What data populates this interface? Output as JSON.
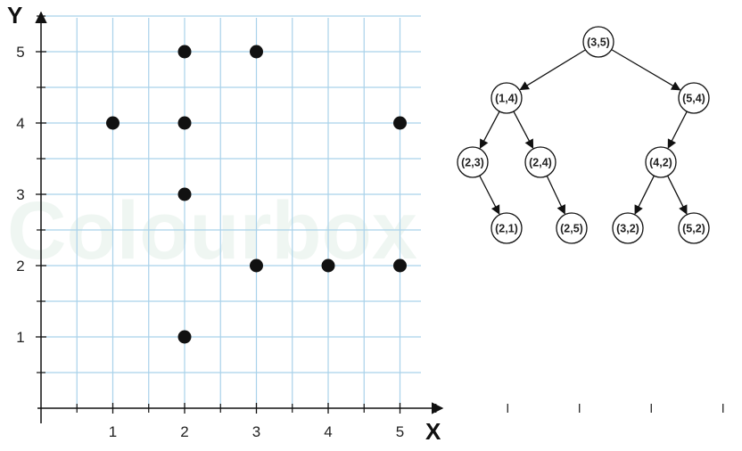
{
  "watermark": "Colourbox",
  "axes": {
    "x_name": "X",
    "y_name": "Y"
  },
  "chart_data": {
    "type": "scatter",
    "xlabel": "X",
    "ylabel": "Y",
    "xlim": [
      0,
      5.3
    ],
    "ylim": [
      0,
      5.5
    ],
    "x_ticks": [
      "1",
      "2",
      "3",
      "4",
      "5"
    ],
    "y_ticks": [
      "1",
      "2",
      "3",
      "4",
      "5"
    ],
    "grid": true,
    "point_color": "#111111",
    "points": [
      [
        2,
        5
      ],
      [
        3,
        5
      ],
      [
        1,
        4
      ],
      [
        2,
        4
      ],
      [
        5,
        4
      ],
      [
        2,
        3
      ],
      [
        3,
        2
      ],
      [
        4,
        2
      ],
      [
        5,
        2
      ],
      [
        2,
        1
      ]
    ]
  },
  "tree": {
    "nodes": [
      {
        "id": "n35",
        "label": "(3,5)"
      },
      {
        "id": "n14",
        "label": "(1,4)"
      },
      {
        "id": "n54",
        "label": "(5,4)"
      },
      {
        "id": "n23",
        "label": "(2,3)"
      },
      {
        "id": "n24",
        "label": "(2,4)"
      },
      {
        "id": "n42",
        "label": "(4,2)"
      },
      {
        "id": "n21",
        "label": "(2,1)"
      },
      {
        "id": "n25",
        "label": "(2,5)"
      },
      {
        "id": "n32",
        "label": "(3,2)"
      },
      {
        "id": "n52",
        "label": "(5,2)"
      }
    ],
    "edges": [
      [
        "n35",
        "n14"
      ],
      [
        "n35",
        "n54"
      ],
      [
        "n14",
        "n23"
      ],
      [
        "n14",
        "n24"
      ],
      [
        "n54",
        "n42"
      ],
      [
        "n23",
        "n21"
      ],
      [
        "n24",
        "n25"
      ],
      [
        "n42",
        "n32"
      ],
      [
        "n42",
        "n52"
      ]
    ]
  }
}
